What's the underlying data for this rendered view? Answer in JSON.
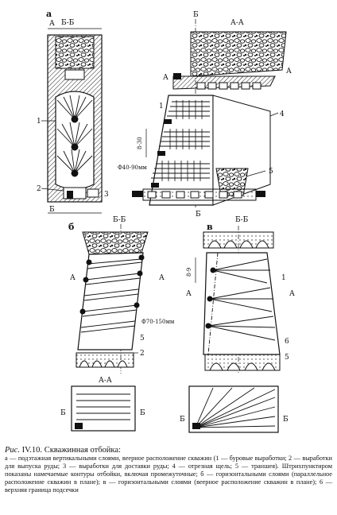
{
  "figures": {
    "a": {
      "letter": "а",
      "left_section": "Б-Б",
      "right_section": "А-А",
      "cut_A": "А",
      "cut_B": "Б",
      "height_label": "8-30",
      "diameter_label": "Ф40-90мм",
      "callouts": [
        "1",
        "2",
        "3",
        "4",
        "5"
      ]
    },
    "b": {
      "letter": "б",
      "section_top": "Б-Б",
      "section_bottom": "А-А",
      "cut_A": "А",
      "cut_B": "Б",
      "diameter_label": "Ф70-150мм",
      "callouts": [
        "5",
        "2"
      ]
    },
    "v": {
      "letter": "в",
      "section_top": "Б-Б",
      "height_label": "8-9",
      "cut_A": "А",
      "cut_B": "Б",
      "callouts": [
        "1",
        "6",
        "5"
      ]
    }
  },
  "caption": {
    "prefix": "Рис.",
    "number": "IV.10.",
    "title": "Скважинная отбойка:",
    "body": "а — подэтажная вертикальными слоями, веерное расположение скважин (1 — буровые выработки; 2 — выработки для выпуска руды; 3 — выработки для доставки руды; 4 — отрезная щель; 5 — траншея). Штрихпунктиром показаны намечаемые контуры отбойки, включая промежуточные; б — горизонтальными слоями (параллельное расположение скважин в плане); в — горизонтальными слоями (веерное расположение скважин в плане); 6 — верхняя граница подсечки"
  }
}
